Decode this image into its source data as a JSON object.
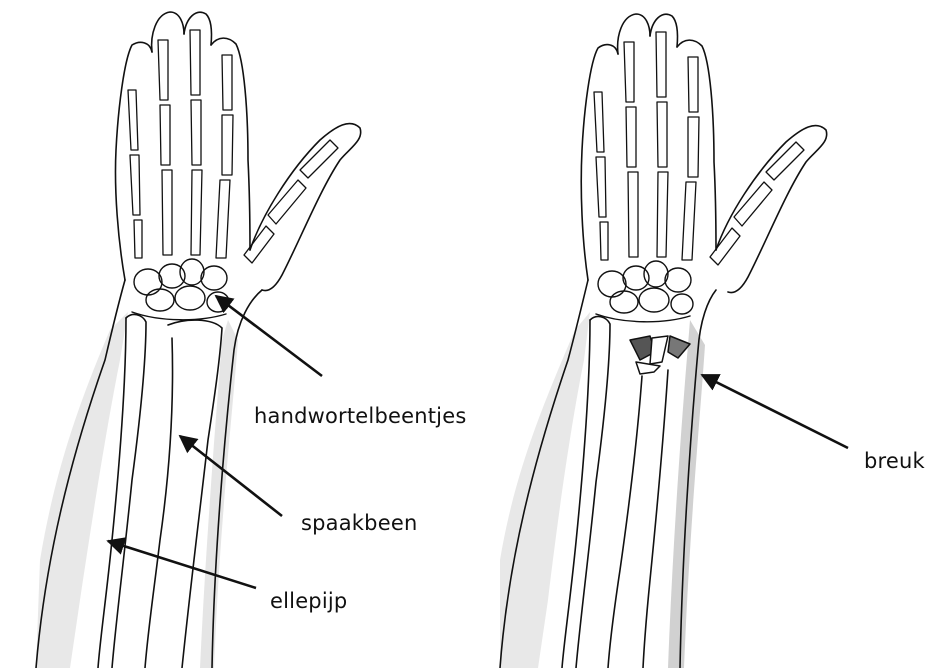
{
  "diagram": {
    "left_panel": {
      "labels": {
        "carpals": "handwortelbeentjes",
        "radius": "spaakbeen",
        "ulna": "ellepijp"
      }
    },
    "right_panel": {
      "labels": {
        "fracture": "breuk"
      }
    },
    "colors": {
      "line": "#111111",
      "background": "#ffffff",
      "shading": "#8a8a8a"
    }
  }
}
